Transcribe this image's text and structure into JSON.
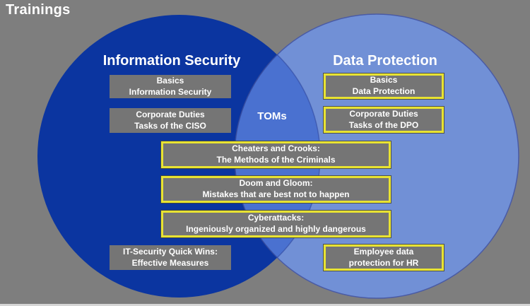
{
  "title": "Trainings",
  "venn": {
    "left_title": "Information Security",
    "right_title": "Data Protection",
    "overlap_label": "TOMs"
  },
  "trainings": {
    "information_security": [
      {
        "line1": "Basics",
        "line2": "Information Security"
      },
      {
        "line1": "Corporate Duties",
        "line2": "Tasks of the CISO"
      },
      {
        "line1": "IT-Security Quick Wins:",
        "line2": "Effective Measures"
      }
    ],
    "data_protection": [
      {
        "line1": "Basics",
        "line2": "Data Protection"
      },
      {
        "line1": "Corporate Duties",
        "line2": "Tasks of the DPO"
      },
      {
        "line1": "Employee data",
        "line2": "protection for HR"
      }
    ],
    "shared": [
      {
        "line1": "Cheaters and Crooks:",
        "line2": "The Methods of the Criminals"
      },
      {
        "line1": "Doom and Gloom:",
        "line2": "Mistakes that are best not to happen"
      },
      {
        "line1": "Cyberattacks:",
        "line2": "Ingeniously organized and highly dangerous"
      }
    ]
  },
  "colors": {
    "background": "#7E7E7E",
    "left_circle": "#0B35A0",
    "right_circle": "#7190D6",
    "overlap": "#4A71D0",
    "box_fill": "#757575",
    "highlight_border": "#E8E332",
    "text": "#FFFFFF"
  }
}
